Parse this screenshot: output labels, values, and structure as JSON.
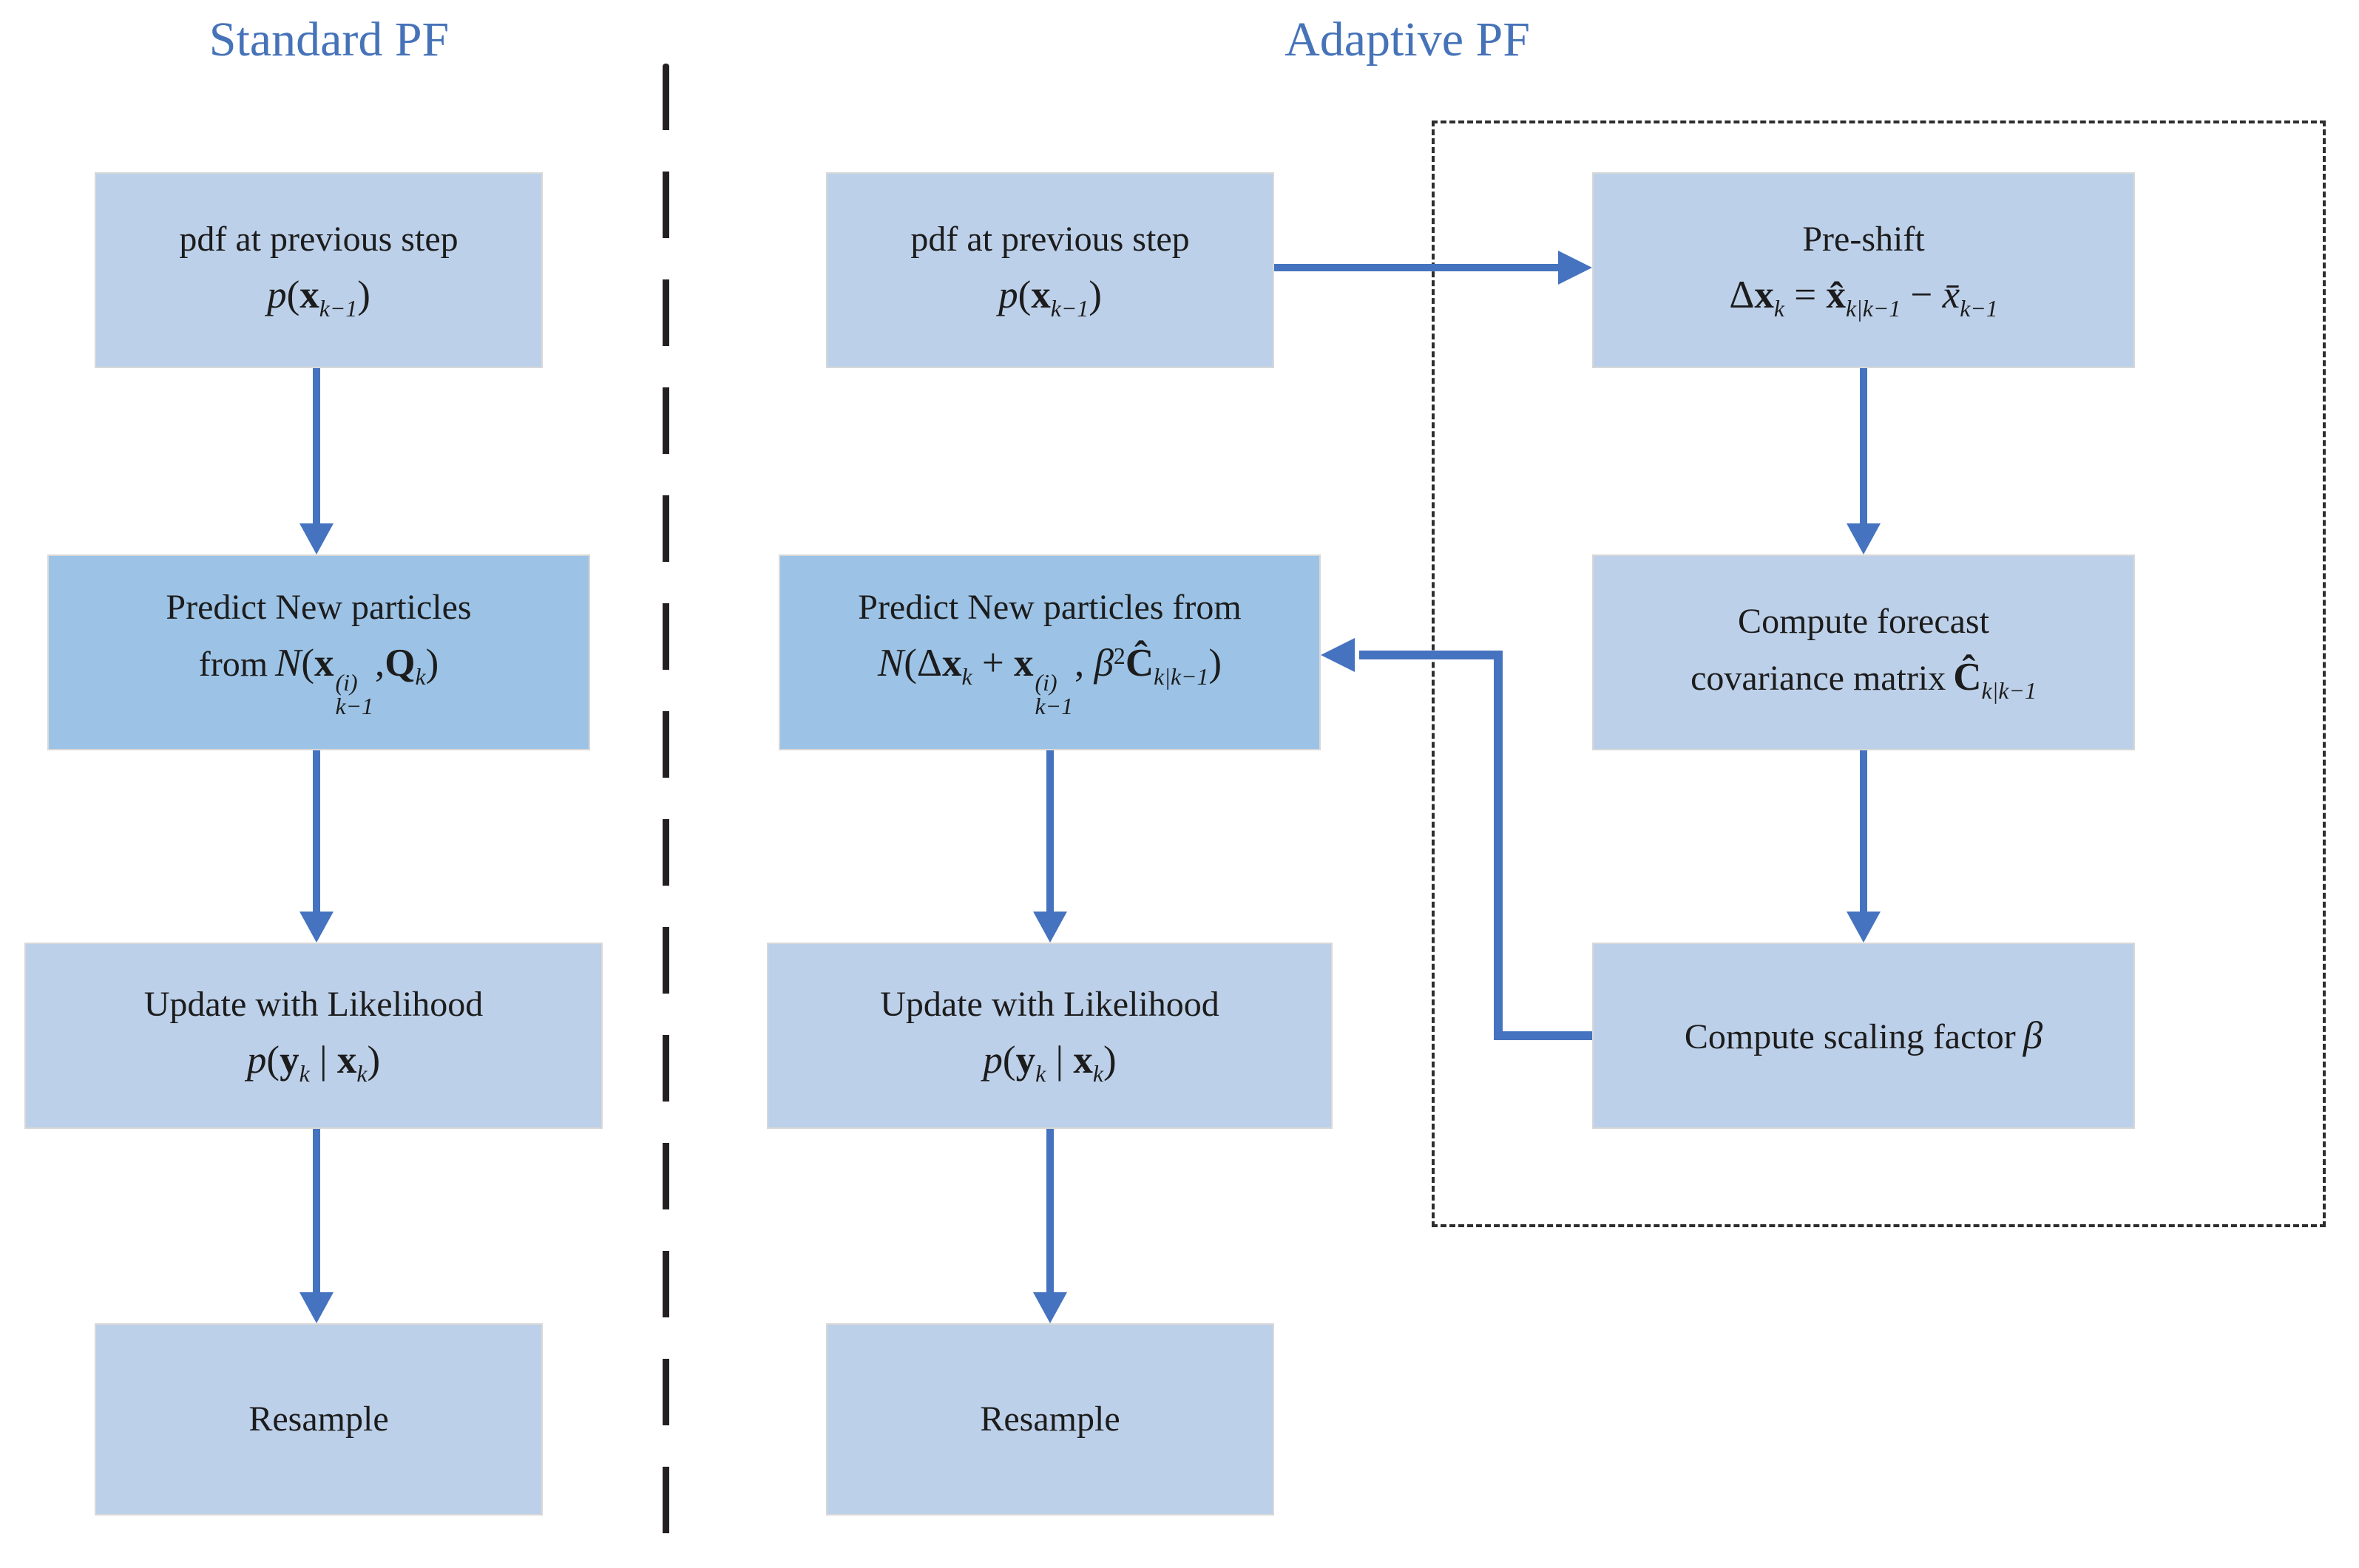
{
  "colors": {
    "box_light": "#bdd0e9",
    "box_dark": "#9cc3e6",
    "box_border": "#d8d8d8",
    "arrow": "#4573c0",
    "title": "#4673b8",
    "text": "#1c1c1c",
    "dash": "#242021"
  },
  "titles": {
    "standard": "Standard PF",
    "adaptive": "Adaptive PF"
  },
  "standard": {
    "pdf": {
      "line1": "pdf at previous step",
      "formula": [
        {
          "t": "i",
          "v": "p"
        },
        {
          "t": "n",
          "v": "("
        },
        {
          "t": "b",
          "v": "x"
        },
        {
          "t": "sub",
          "v": "k−1"
        },
        {
          "t": "n",
          "v": ")"
        }
      ]
    },
    "predict": {
      "line1": "Predict New particles",
      "line2_prefix": "from",
      "formula": [
        {
          "t": "i",
          "v": "N"
        },
        {
          "t": "n",
          "v": "("
        },
        {
          "t": "b",
          "v": "x"
        },
        {
          "t": "ss",
          "sup": "(i)",
          "sub": "k−1"
        },
        {
          "t": "n",
          "v": ","
        },
        {
          "t": "b",
          "v": "Q"
        },
        {
          "t": "sub",
          "v": "k"
        },
        {
          "t": "n",
          "v": ")"
        }
      ]
    },
    "update": {
      "line1": "Update with Likelihood",
      "formula": [
        {
          "t": "i",
          "v": "p"
        },
        {
          "t": "n",
          "v": "("
        },
        {
          "t": "b",
          "v": "y"
        },
        {
          "t": "sub",
          "v": "k"
        },
        {
          "t": "n",
          "v": " | "
        },
        {
          "t": "b",
          "v": "x"
        },
        {
          "t": "sub",
          "v": "k"
        },
        {
          "t": "n",
          "v": ")"
        }
      ]
    },
    "resample": {
      "label": "Resample"
    }
  },
  "adaptive": {
    "pdf": {
      "line1": "pdf at previous step",
      "formula": [
        {
          "t": "i",
          "v": "p"
        },
        {
          "t": "n",
          "v": "("
        },
        {
          "t": "b",
          "v": "x"
        },
        {
          "t": "sub",
          "v": "k−1"
        },
        {
          "t": "n",
          "v": ")"
        }
      ]
    },
    "predict": {
      "line1": "Predict New particles from",
      "formula": [
        {
          "t": "i",
          "v": "N"
        },
        {
          "t": "n",
          "v": "(Δ"
        },
        {
          "t": "b",
          "v": "x"
        },
        {
          "t": "sub",
          "v": "k"
        },
        {
          "t": "n",
          "v": " + "
        },
        {
          "t": "b",
          "v": "x"
        },
        {
          "t": "ss",
          "sup": "(i)",
          "sub": "k−1"
        },
        {
          "t": "n",
          "v": ", "
        },
        {
          "t": "i",
          "v": "β"
        },
        {
          "t": "sup",
          "v": "2"
        },
        {
          "t": "b",
          "v": "Ĉ"
        },
        {
          "t": "sub",
          "v": "k|k−1"
        },
        {
          "t": "n",
          "v": ")"
        }
      ]
    },
    "update": {
      "line1": "Update with Likelihood",
      "formula": [
        {
          "t": "i",
          "v": "p"
        },
        {
          "t": "n",
          "v": "("
        },
        {
          "t": "b",
          "v": "y"
        },
        {
          "t": "sub",
          "v": "k"
        },
        {
          "t": "n",
          "v": " | "
        },
        {
          "t": "b",
          "v": "x"
        },
        {
          "t": "sub",
          "v": "k"
        },
        {
          "t": "n",
          "v": ")"
        }
      ]
    },
    "resample": {
      "label": "Resample"
    },
    "pre_shift": {
      "line1": "Pre-shift",
      "formula": [
        {
          "t": "n",
          "v": "Δ"
        },
        {
          "t": "b",
          "v": "x"
        },
        {
          "t": "sub",
          "v": "k"
        },
        {
          "t": "n",
          "v": " = "
        },
        {
          "t": "b",
          "v": "x̂"
        },
        {
          "t": "sub",
          "v": "k|k−1"
        },
        {
          "t": "n",
          "v": " − "
        },
        {
          "t": "i",
          "v": "x̄"
        },
        {
          "t": "sub",
          "v": "k−1"
        }
      ]
    },
    "forecast": {
      "line1": "Compute forecast",
      "line2_prefix": "covariance matrix",
      "formula": [
        {
          "t": "b",
          "v": "Ĉ"
        },
        {
          "t": "sub",
          "v": "k|k−1"
        }
      ]
    },
    "scaling": {
      "line1_prefix": "Compute scaling factor",
      "formula": [
        {
          "t": "i",
          "v": "β"
        }
      ]
    }
  }
}
